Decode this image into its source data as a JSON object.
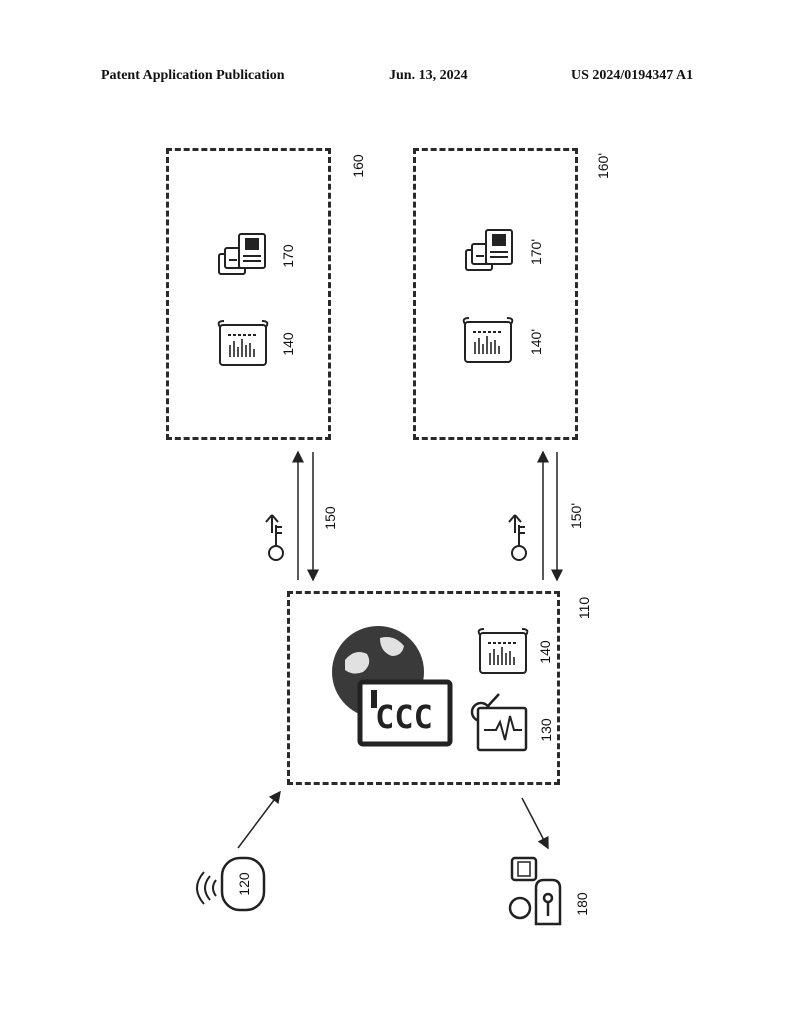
{
  "header": {
    "left": "Patent Application Publication",
    "center": "Jun. 13, 2024",
    "right": "US 2024/0194347 A1"
  },
  "figure": {
    "ref_110": "110",
    "ref_120": "120",
    "ref_130": "130",
    "ref_140_main": "140",
    "ref_140_box160": "140",
    "ref_140_prime": "140'",
    "ref_150": "150",
    "ref_150_prime": "150'",
    "ref_160": "160",
    "ref_160_prime": "160'",
    "ref_170": "170",
    "ref_170_prime": "170'",
    "ref_180": "180",
    "display_text": "CCC"
  },
  "icons": {
    "globe": "globe-icon",
    "monitor": "monitor-icon",
    "vital_signs": "vital-signs-icon",
    "record": "medical-record-icon",
    "id_cards": "id-cards-icon",
    "key": "key-icon",
    "wearable": "wearable-sensor-icon",
    "person": "clinician-icon",
    "phone": "phone-icon"
  }
}
